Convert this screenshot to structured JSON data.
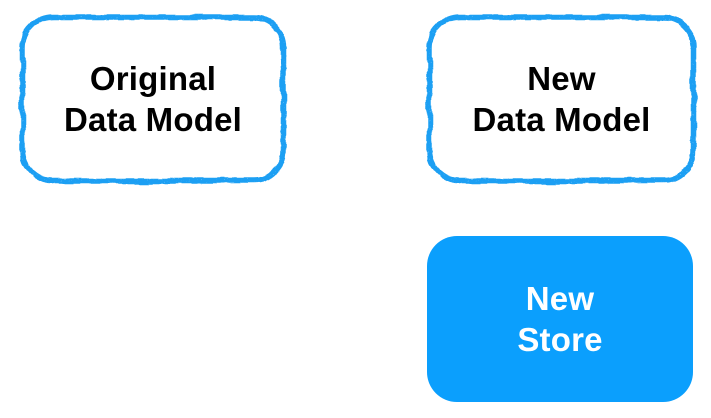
{
  "diagram": {
    "background_color": "#ffffff",
    "sketch_stroke_color": "#1A9FF3",
    "fill_color": "#0B9FFD",
    "outlined_text_color": "#000000",
    "filled_text_color": "#ffffff",
    "boxes": [
      {
        "id": "original-data-model",
        "style": "outlined-sketch",
        "label_line1": "Original",
        "label_line2": "Data Model"
      },
      {
        "id": "new-data-model",
        "style": "outlined-sketch",
        "label_line1": "New",
        "label_line2": "Data Model"
      },
      {
        "id": "new-store",
        "style": "filled",
        "label_line1": "New",
        "label_line2": "Store"
      }
    ]
  }
}
